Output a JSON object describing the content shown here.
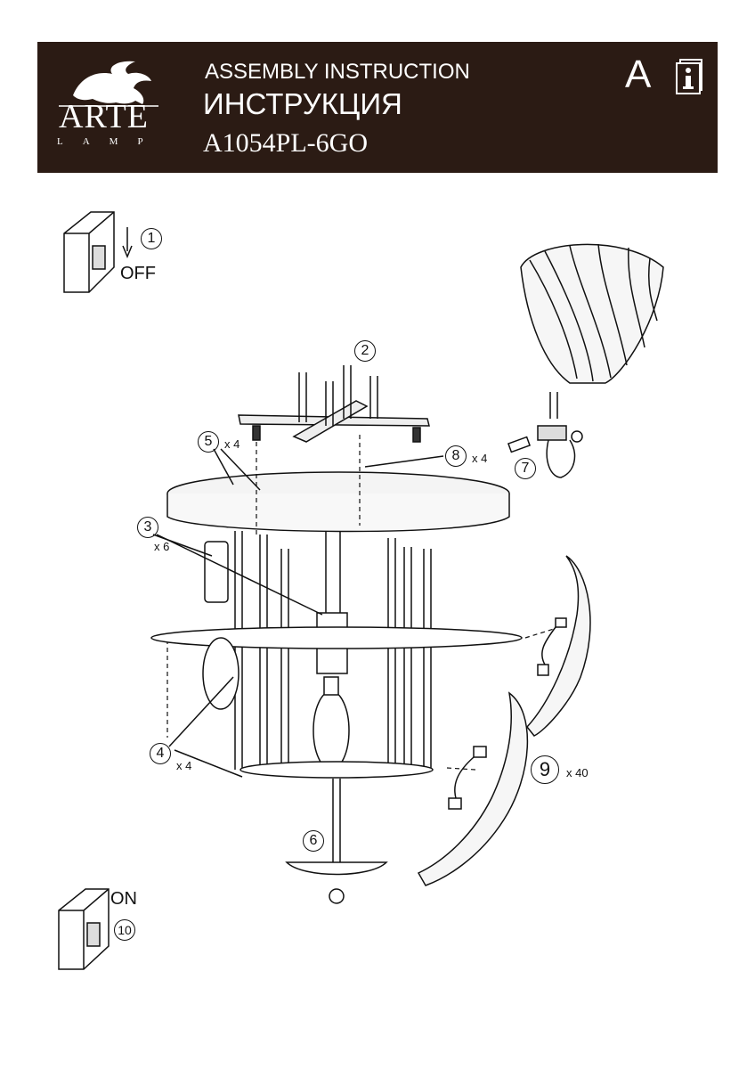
{
  "header": {
    "brand": "ARTE",
    "brand_sub": "LAMP",
    "title_en": "ASSEMBLY INSTRUCTION",
    "title_ru": "ИНСТРУКЦИЯ",
    "model": "A1054PL-6GO",
    "lang_letter": "A",
    "info_icon": "info-book-icon"
  },
  "steps": {
    "s1": "1",
    "off": "OFF",
    "s2": "2",
    "s3": "3",
    "s3_qty": "x 6",
    "s4": "4",
    "s4_qty": "x 4",
    "s5": "5",
    "s5_qty": "x 4",
    "s6": "6",
    "s7": "7",
    "s8": "8",
    "s8_qty": "x 4",
    "s9": "9",
    "s9_qty": "x 40",
    "s10": "10",
    "on": "ON"
  },
  "colors": {
    "header_bg": "#2b1b14",
    "ink": "#111111",
    "glass": "#f4f4f4"
  }
}
